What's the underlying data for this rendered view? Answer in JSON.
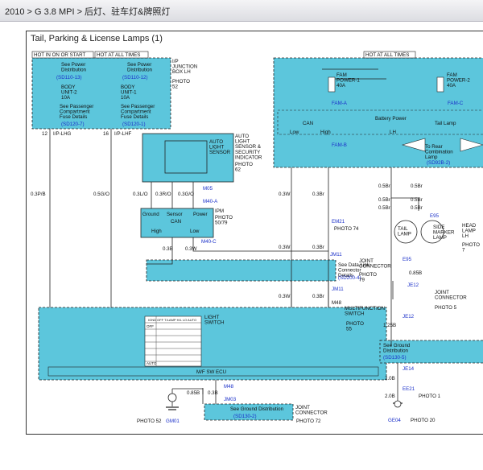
{
  "breadcrumb": "2010 > G 3.8 MPI > 后灯、驻车灯&牌照灯",
  "title": "Tail, Parking & License Lamps (1)",
  "colors": {
    "module_fill": "#5cc6dc",
    "wire": "#222222",
    "link": "#1a2fc9"
  },
  "labels": {
    "hot_in_on_start": "HOT IN ON OR START",
    "hot_all_times_1": "HOT AT ALL TIMES",
    "hot_all_times_2": "HOT AT ALL TIMES",
    "see_power_dist_1": "See Power\nDistribution",
    "sd110_13": "(SD110-13)",
    "see_power_dist_2": "See Power\nDistribution",
    "sd110_12": "(SD110-12)",
    "ip_junction": "I/P\nJUNCTION\nBOX LH",
    "photo_52a": "PHOTO\n52",
    "body_unit2": "BODY\nUNIT-2\n10A",
    "body_unit1": "BODY\nUNIT-1\n10A",
    "see_pass_1": "See Passenger\nCompartment\nFuse Details",
    "sd120_7": "(SD120-7)",
    "see_pass_2": "See Passenger\nCompartment\nFuse Details",
    "sd120_1": "(SD120-1)",
    "pin12": "12",
    "ip_lhg": "I/P-LHG",
    "pin16": "16",
    "ip_lhf": "I/P-LHF",
    "auto_sensor": "AUTO\nLIGHT\nSENSOR &\nSECURITY\nINDICATOR",
    "auto_sensor_inner": "AUTO\nLIGHT\nSENSOR",
    "photo_62": "PHOTO\n62",
    "m05": "M05",
    "m40a": "M40-A",
    "ground": "Ground",
    "sensor": "Sensor",
    "power": "Power",
    "can": "CAN",
    "high": "High",
    "low": "Low",
    "ipm": "IPM",
    "photo_5079": "PHOTO\n50/79",
    "m40c": "M40-C",
    "w_03pb": "0.3P/B",
    "w_05go": "0.5G/O",
    "w_03lo": "0.3L/O",
    "w_03ro": "0.3R/O",
    "w_03go": "0.3G/O",
    "w_03b": "0.3B",
    "w_03w": "0.3W",
    "fam_power1": "FAM\nPOWER-1\n40A",
    "fam_power2": "FAM\nPOWER-2\n40A",
    "fama": "FAM-A",
    "famc": "FAM-C",
    "battery_power": "Battery Power",
    "tail_lamp_lbl": "Tail Lamp",
    "can2": "CAN",
    "low2": "Low",
    "high2": "High",
    "lh": "LH",
    "famb": "FAM-B",
    "rear_combo": "To Rear\nCombination\nLamp",
    "sd92b2": "(SD92B-2)",
    "w_03w2": "0.3W",
    "w_03br": "0.3Br",
    "em21": "EM21",
    "photo74": "PHOTO 74",
    "jm11": "JM11",
    "see_data_link": "See Data Link\nConnector\nDetails",
    "sd200_4": "(SD200-4)",
    "joint_conn": "JOINT\nCONNECTOR",
    "photo79": "PHOTO\n79",
    "m48": "M48",
    "multi_switch": "MULTIFUNCTION\nSWITCH",
    "photo55": "PHOTO\n55",
    "light_switch": "LIGHT\nSWITCH",
    "sw_header": "IGND  OFF  T/LAMP  H/L  LO  AUTO",
    "off": "OFF",
    "auto": "AUTO",
    "mf_sw_ecu": "M/F SW ECU",
    "w_085b": "0.85B",
    "w_03b2": "0.3B",
    "jm03": "JM03",
    "see_ground": "See Ground Distribution",
    "sd130_2": "(SD130-2)",
    "joint_conn2": "JOINT\nCONNECTOR",
    "photo72": "PHOTO 72",
    "photo52": "PHOTO 52",
    "gm01": "GM01",
    "w_05br": "0.5Br",
    "e95": "E95",
    "tail_lamp": "TAIL\nLAMP",
    "side_marker": "SIDE\nMARKER\nLAMP",
    "head_lamp": "HEAD\nLAMP\nLH",
    "photo7": "PHOTO\n7",
    "w_085b2": "0.85B",
    "je12": "JE12",
    "joint_conn3": "JOINT\nCONNECTOR",
    "photo5": "PHOTO 5",
    "w_125b": "1.25B",
    "see_ground2": "See Ground\nDistribution",
    "sd130_5": "(SD130-5)",
    "je14": "JE14",
    "w_20b": "2.0B",
    "ee21": "EE21",
    "photo1": "PHOTO 1",
    "ge04": "GE04",
    "photo20": "PHOTO 20"
  }
}
